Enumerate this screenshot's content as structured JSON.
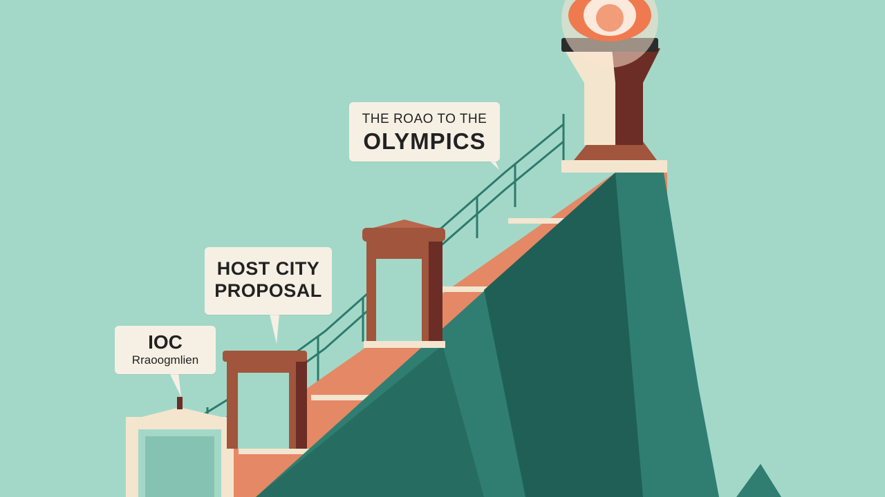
{
  "scene": {
    "title_label": {
      "line1": "THE ROAO TO THE",
      "line2": "OLYMPICS"
    },
    "stages": [
      {
        "line1": "IOC",
        "line2": "Rraoogmlien"
      },
      {
        "line1": "HOST CITY",
        "line2": "PROPOSAL"
      }
    ],
    "colors": {
      "background": "#a3d8c8",
      "mountain": "#2f7e71",
      "mountain_shadow": "#1f5f56",
      "stairs": "#e58866",
      "step_edge": "#f4e5cf",
      "gate": "#a0553c",
      "gate_dark": "#6b2d25",
      "flame": "#ef7a50",
      "bubble": "#f6f0e4"
    },
    "icons": [
      "flame-icon",
      "torch-pedestal",
      "gate-icon",
      "railing"
    ]
  }
}
